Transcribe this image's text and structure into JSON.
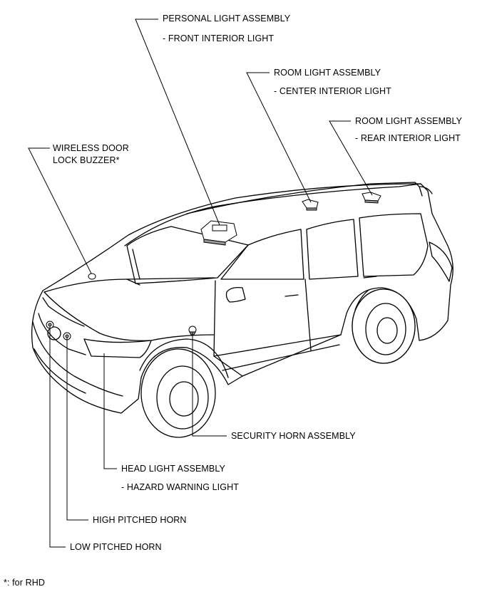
{
  "labels": {
    "personal_light": "PERSONAL LIGHT ASSEMBLY",
    "personal_light_sub": "- FRONT INTERIOR LIGHT",
    "room_light_center": "ROOM LIGHT ASSEMBLY",
    "room_light_center_sub": "- CENTER INTERIOR LIGHT",
    "room_light_rear": "ROOM LIGHT ASSEMBLY",
    "room_light_rear_sub": "- REAR INTERIOR LIGHT",
    "wireless_buzzer_line1": "WIRELESS DOOR",
    "wireless_buzzer_line2": "LOCK BUZZER*",
    "security_horn": "SECURITY HORN ASSEMBLY",
    "head_light": "HEAD LIGHT ASSEMBLY",
    "head_light_sub": "- HAZARD WARNING LIGHT",
    "high_horn": "HIGH PITCHED HORN",
    "low_horn": "LOW PITCHED HORN"
  },
  "footnote": "*: for RHD"
}
